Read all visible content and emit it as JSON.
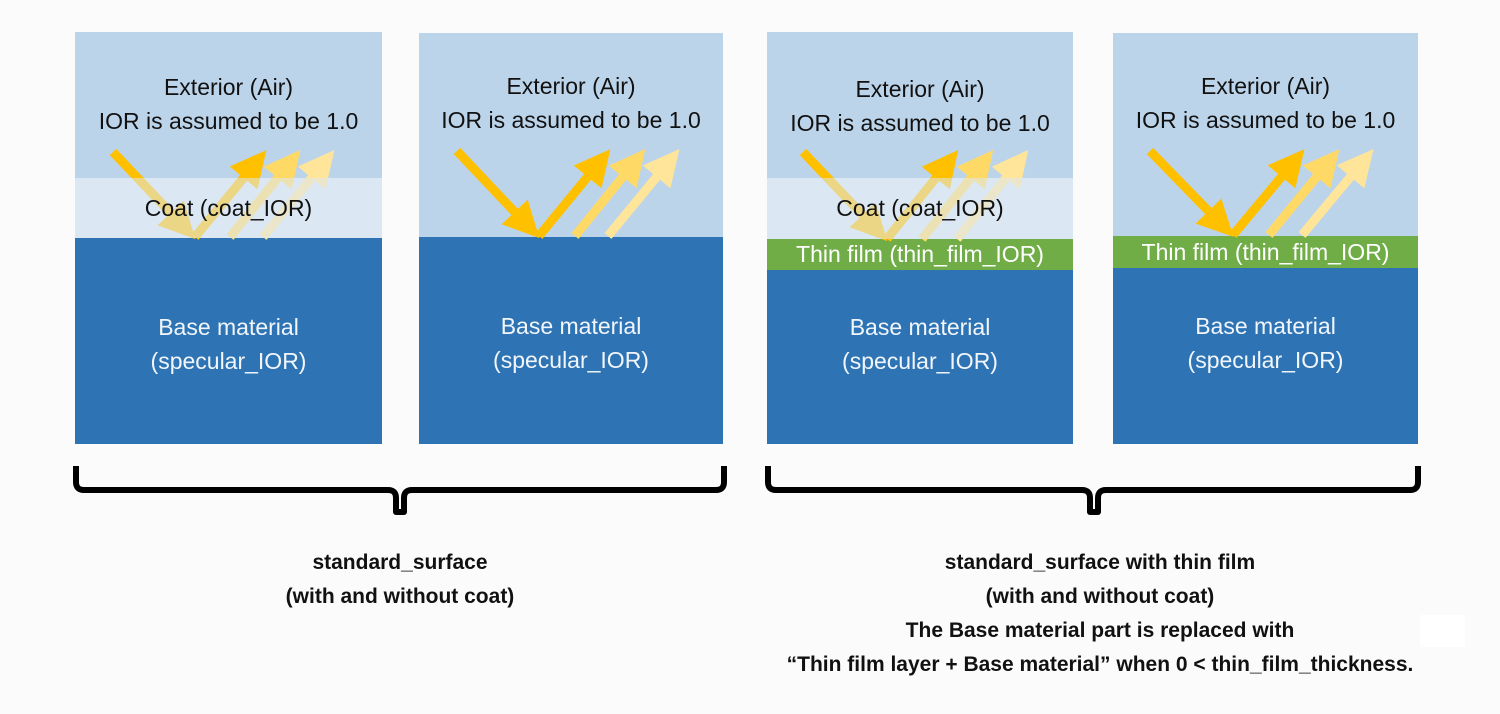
{
  "colors": {
    "exterior": "#bcd4ea",
    "coat": "#dbe7f3",
    "thin_film": "#70ad47",
    "base": "#2e74b5",
    "arrow_primary": "#ffc000",
    "arrow_secondary": "#ffd966",
    "arrow_tertiary": "#ffe599"
  },
  "panels": [
    {
      "id": "standard-with-coat",
      "exterior_line1": "Exterior (Air)",
      "exterior_line2": "IOR is assumed to be 1.0",
      "coat": "Coat (coat_IOR)",
      "thin_film": null,
      "base_line1": "Base material",
      "base_line2": "(specular_IOR)"
    },
    {
      "id": "standard-without-coat",
      "exterior_line1": "Exterior (Air)",
      "exterior_line2": "IOR is assumed to be 1.0",
      "coat": null,
      "thin_film": null,
      "base_line1": "Base material",
      "base_line2": "(specular_IOR)"
    },
    {
      "id": "thinfilm-with-coat",
      "exterior_line1": "Exterior (Air)",
      "exterior_line2": "IOR is assumed to be 1.0",
      "coat": "Coat (coat_IOR)",
      "thin_film": "Thin film (thin_film_IOR)",
      "base_line1": "Base material",
      "base_line2": "(specular_IOR)"
    },
    {
      "id": "thinfilm-without-coat",
      "exterior_line1": "Exterior (Air)",
      "exterior_line2": "IOR is assumed to be 1.0",
      "coat": null,
      "thin_film": "Thin film (thin_film_IOR)",
      "base_line1": "Base material",
      "base_line2": "(specular_IOR)"
    }
  ],
  "captions": {
    "left": {
      "line1": "standard_surface",
      "line2": "(with and without coat)"
    },
    "right": {
      "line1": "standard_surface with thin film",
      "line2": "(with and without coat)",
      "line3": "The Base material part is replaced with",
      "line4": "“Thin film layer + Base material” when 0 < thin_film_thickness."
    }
  }
}
